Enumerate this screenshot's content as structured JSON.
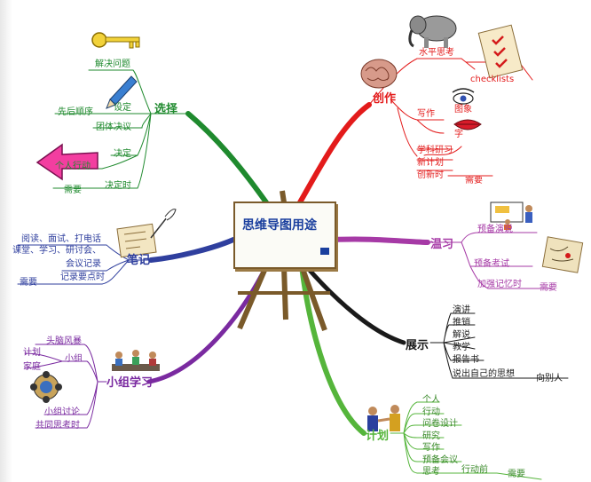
{
  "center_title": "思维导图用途",
  "colors": {
    "create": "#e31b1b",
    "select": "#1f8a2e",
    "review": "#a63aa6",
    "notes": "#2f3f9e",
    "show": "#1a1a1a",
    "group": "#7a2aa0",
    "plan": "#55b53b"
  },
  "branches": {
    "create": {
      "title": "创作",
      "items": [
        "水平思考",
        "checklists",
        "写作",
        "图象",
        "字",
        "学科研习",
        "新计划",
        "创新时",
        "需要"
      ]
    },
    "select": {
      "title": "选择",
      "items": [
        "解决问题",
        "设定",
        "先后顺序",
        "团体决议",
        "决定",
        "个人行动",
        "决定时",
        "需要"
      ]
    },
    "review": {
      "title": "温习",
      "items": [
        "预备演说",
        "预备考试",
        "加强记忆时",
        "需要"
      ]
    },
    "notes": {
      "title": "笔记",
      "items": [
        "阅读、面试、打电话",
        "课堂、学习、研讨会、",
        "会议记录",
        "记录要点时",
        "需要"
      ]
    },
    "show": {
      "title": "展示",
      "items": [
        "演讲",
        "推销",
        "解说",
        "教学",
        "报告书",
        "说出自己的思想",
        "向别人"
      ]
    },
    "group": {
      "title": "小组学习",
      "items": [
        "头脑风暴",
        "计划",
        "小组",
        "家庭",
        "小组讨论",
        "共同思考时"
      ]
    },
    "plan": {
      "title": "计划",
      "items": [
        "个人",
        "行动",
        "问卷设计",
        "研究",
        "写作",
        "预备会议",
        "思考",
        "行动前",
        "需要"
      ]
    }
  },
  "icons": [
    "key-icon",
    "pencil-icon",
    "arrow-icon",
    "elephant-icon",
    "checklist-icon",
    "brain-icon",
    "eye-icon",
    "lips-icon",
    "presenter-icon",
    "map-icon",
    "scroll-quill-icon",
    "meeting-icon",
    "compass-icon",
    "handshake-icon",
    "easel-icon"
  ]
}
